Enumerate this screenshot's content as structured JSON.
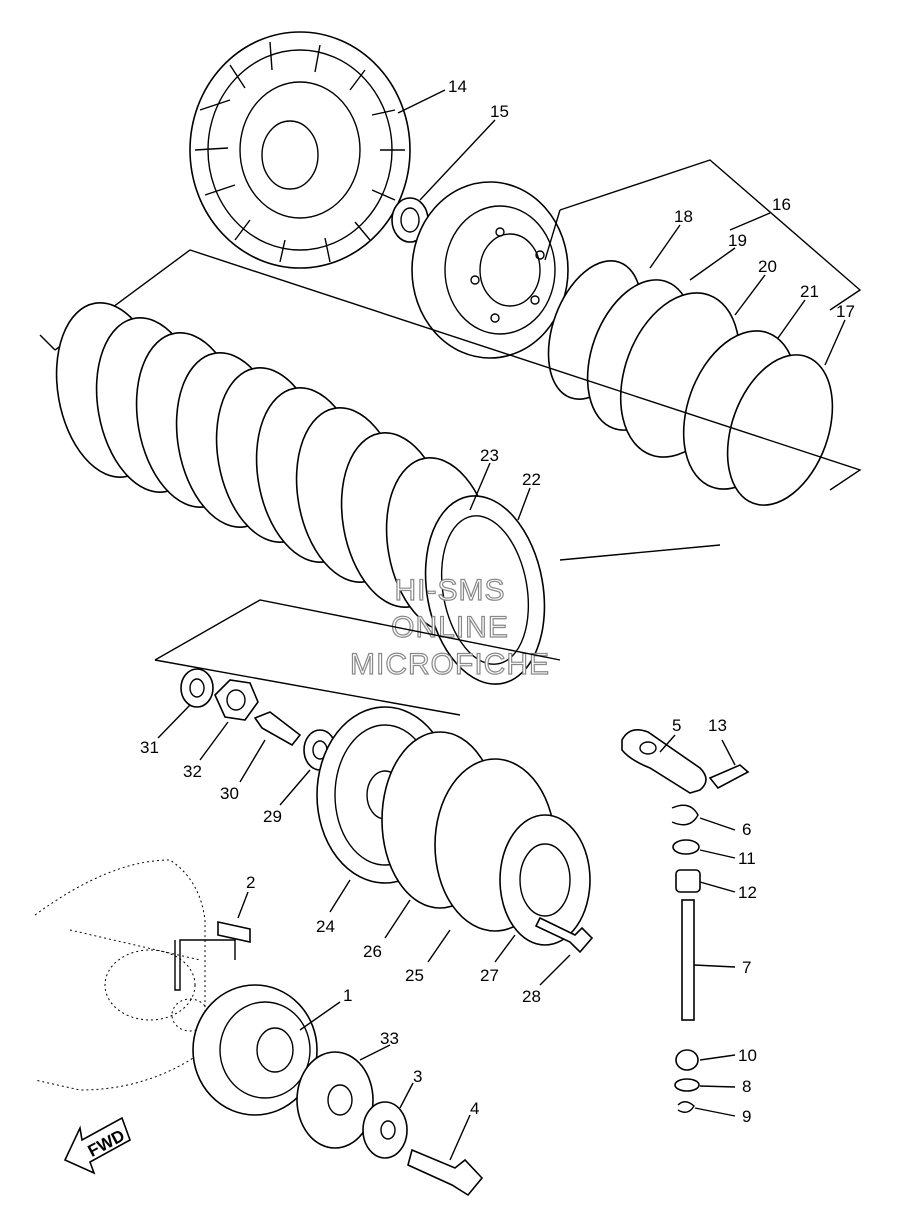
{
  "diagram": {
    "callouts": [
      "1",
      "2",
      "3",
      "4",
      "5",
      "6",
      "7",
      "8",
      "9",
      "10",
      "11",
      "12",
      "13",
      "14",
      "15",
      "16",
      "17",
      "18",
      "19",
      "20",
      "21",
      "22",
      "23",
      "24",
      "25",
      "26",
      "27",
      "28",
      "29",
      "30",
      "31",
      "32",
      "33"
    ],
    "watermark": [
      "HI-SMS",
      "ONLINE",
      "MICROFICHE"
    ],
    "fwd_label": "FWD"
  }
}
